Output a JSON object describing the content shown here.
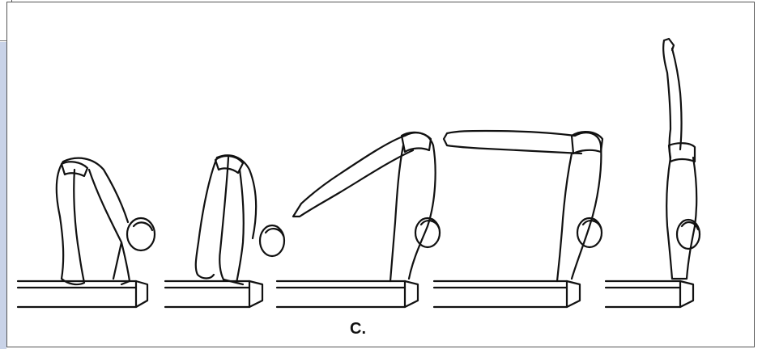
{
  "figure": {
    "caption": "C.",
    "stages": [
      {
        "name": "stage-1"
      },
      {
        "name": "stage-2"
      },
      {
        "name": "stage-3"
      },
      {
        "name": "stage-4"
      },
      {
        "name": "stage-5"
      }
    ]
  }
}
